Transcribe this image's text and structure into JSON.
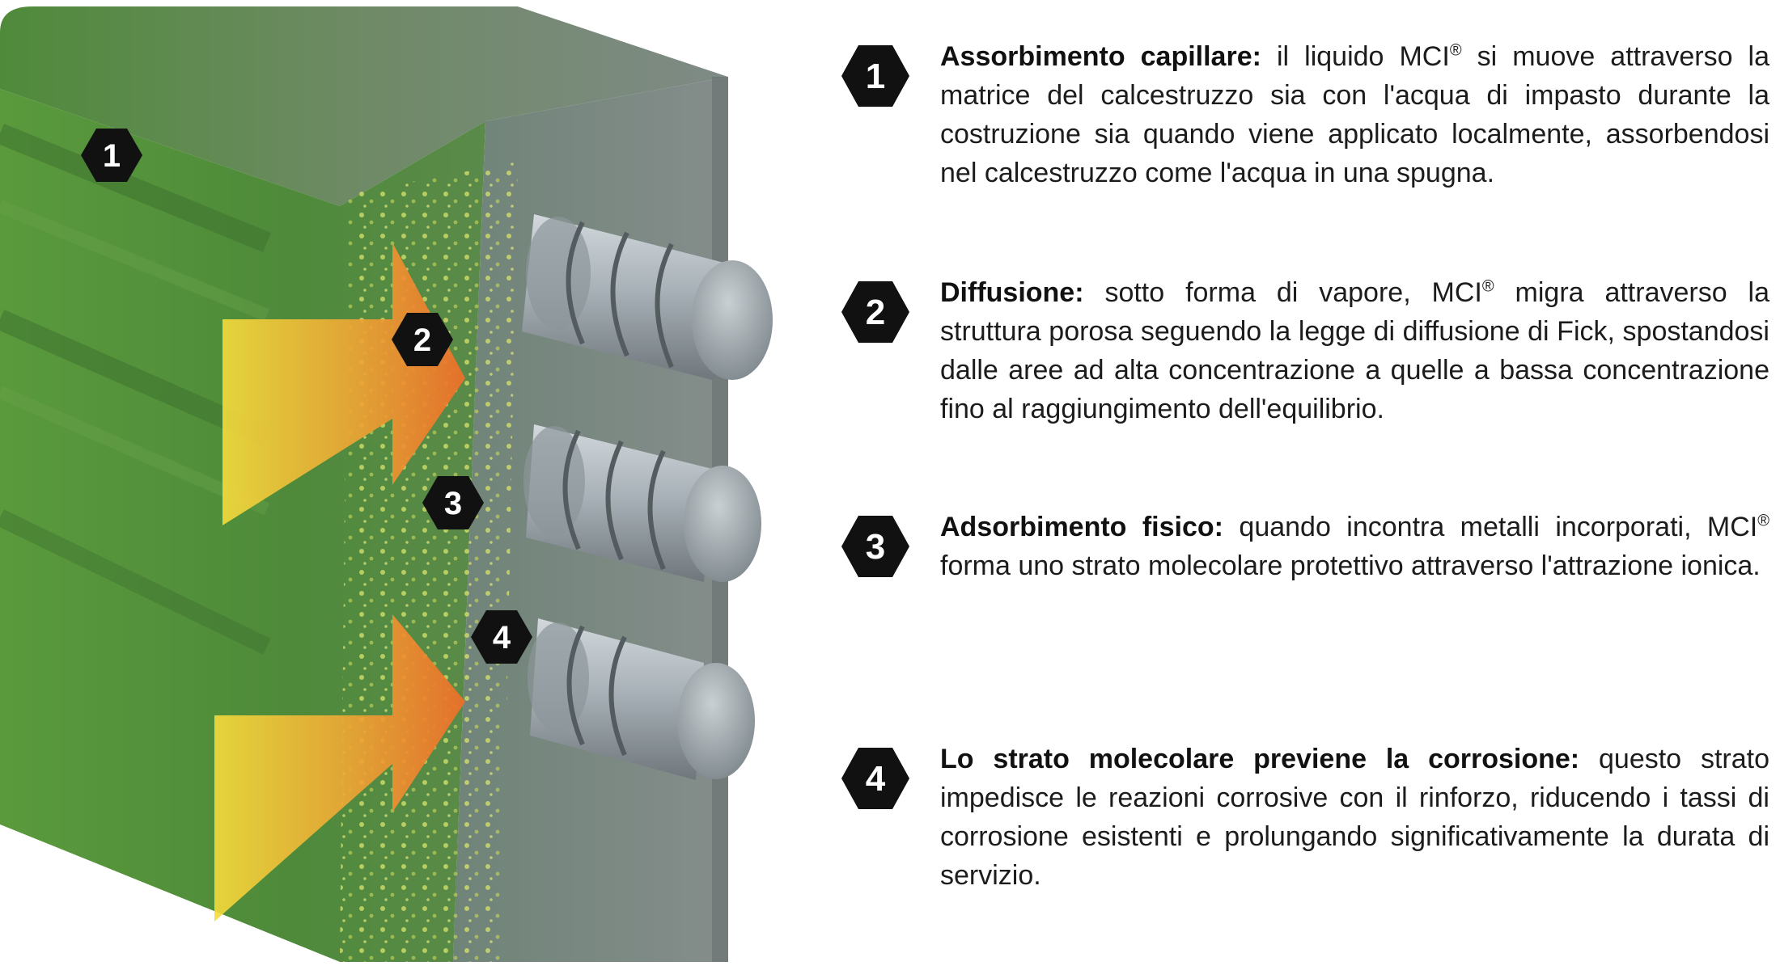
{
  "markers": [
    "1",
    "2",
    "3",
    "4"
  ],
  "steps": [
    {
      "number": "1",
      "title": "Assorbimento capillare:",
      "text_a": " il liquido MCI",
      "sup": "®",
      "text_b": " si muove attraverso la matrice del calcestruzzo sia con l'acqua di impasto durante la costruzione sia quando viene applicato localmente, assorbendosi nel calcestruzzo come l'acqua in una spugna."
    },
    {
      "number": "2",
      "title": "Diffusione:",
      "text_a": " sotto forma di vapore, MCI",
      "sup": "®",
      "text_b": " migra attraverso la struttura porosa seguendo la legge di diffusione di Fick, spostandosi dalle aree ad alta concentrazione a quelle a bassa concentrazione fino al raggiungimento dell'equilibrio."
    },
    {
      "number": "3",
      "title": "Adsorbimento fisico:",
      "text_a": " quando incontra metalli incorporati, MCI",
      "sup": "®",
      "text_b": " forma uno strato molecolare protettivo attraverso l'attrazione ionica."
    },
    {
      "number": "4",
      "title": "Lo strato molecolare previene la corrosione:",
      "text_a": " questo strato impedisce le reazioni corrosive con il rinforzo, riducendo i tassi di corrosione esistenti e prolungando significativamente la durata di servizio.",
      "sup": "",
      "text_b": ""
    }
  ],
  "colors": {
    "concrete_green": "#4e8a3a",
    "concrete_gray": "#7e8a86",
    "arrow_yellow": "#f2d23a",
    "arrow_orange": "#ec7b2c",
    "rebar": "#a9b2b8",
    "marker_bg": "#111111",
    "marker_fg": "#ffffff"
  }
}
